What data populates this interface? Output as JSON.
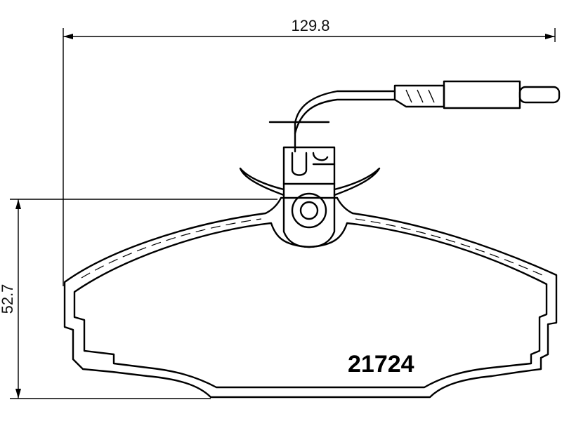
{
  "dimensions": {
    "width_label": "129.8",
    "height_label": "52.7"
  },
  "part_number": "21724",
  "colors": {
    "line": "#000000",
    "background": "#ffffff"
  }
}
